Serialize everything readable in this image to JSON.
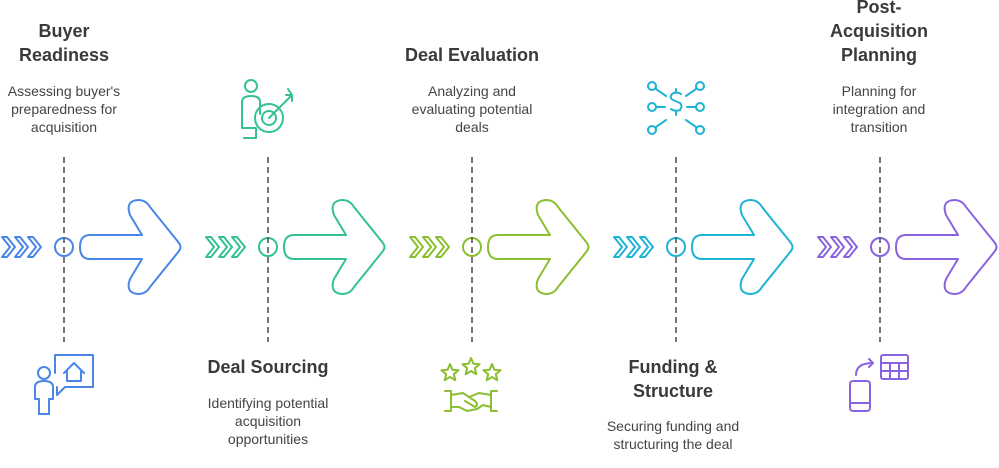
{
  "stages": [
    {
      "title": "Buyer\nReadiness",
      "description": "Assessing buyer's preparedness for acquisition",
      "color": "#4a86e8",
      "icon": "person-home-icon"
    },
    {
      "title": "Deal Sourcing",
      "description": "Identifying potential acquisition opportunities",
      "color": "#34c38f",
      "icon": "person-target-icon"
    },
    {
      "title": "Deal Evaluation",
      "description": "Analyzing and evaluating potential deals",
      "color": "#8bbf2f",
      "icon": "stars-handshake-icon"
    },
    {
      "title": "Funding &\nStructure",
      "description": "Securing funding and structuring the deal",
      "color": "#1fb3d4",
      "icon": "dollar-network-icon"
    },
    {
      "title": "Post-\nAcquisition\nPlanning",
      "description": "Planning for integration and transition",
      "color": "#8a63e0",
      "icon": "phone-table-swap-icon"
    }
  ]
}
